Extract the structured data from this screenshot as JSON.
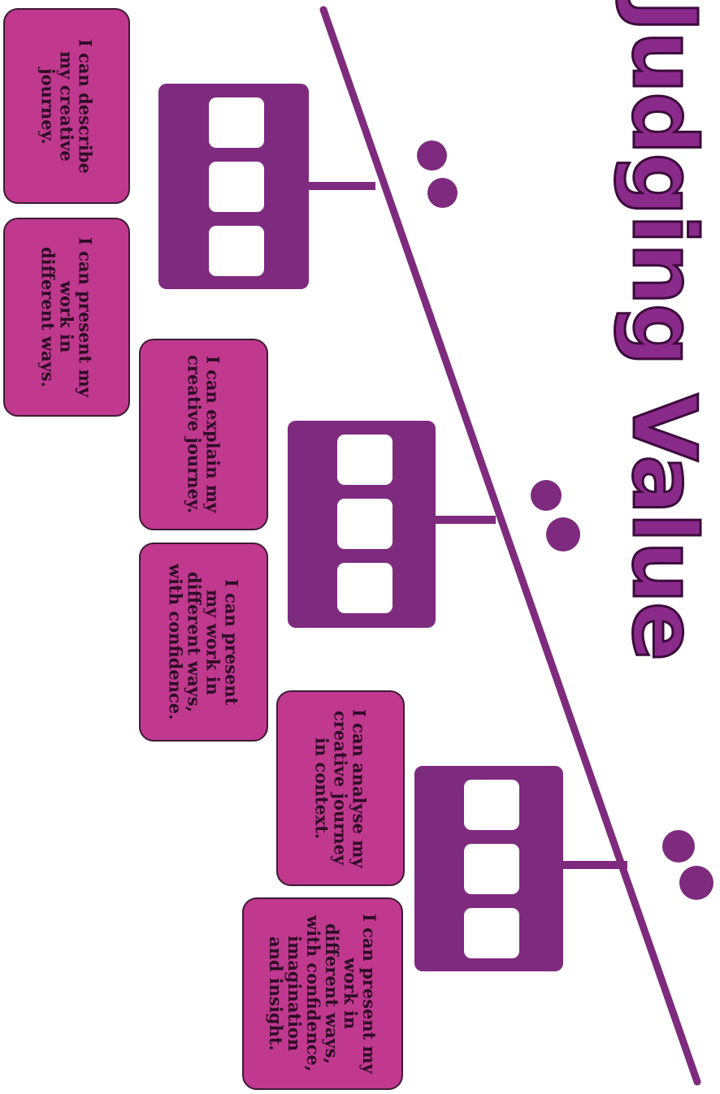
{
  "title": "Judging Value",
  "colors": {
    "board": "#7e2a7e",
    "card": "#c1388f",
    "title": "#8a2a8a",
    "line": "#7e2a7e"
  },
  "stages": [
    {
      "statements": [
        "I can describe\nmy creative\njourney.",
        "I can present my\nwork in\ndifferent ways."
      ]
    },
    {
      "statements": [
        "I can explain my\ncreative journey.",
        "I can present\nmy work in\ndifferent ways,\nwith confidence."
      ]
    },
    {
      "statements": [
        "I can analyse my\ncreative journey\nin context.",
        "I can present my\nwork in\ndifferent ways,\nwith confidence,\nimagination\nand insight."
      ]
    }
  ]
}
